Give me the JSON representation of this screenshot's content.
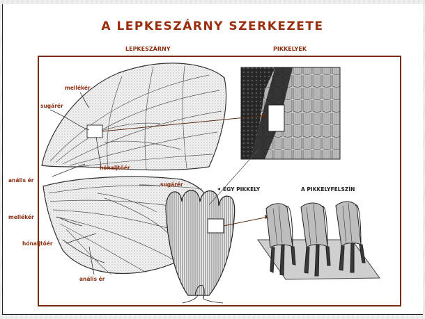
{
  "slide": {
    "title": "A LEPKESZÁRNY SZERKEZETE",
    "subtitles": {
      "wing": "LEPKESZÁRNY",
      "scales": "PIKKELYEK"
    },
    "labels": {
      "mellekér_top": "mellékér",
      "sugarer_top": "sugárér",
      "honaljtoer_top": "hónaljtőér",
      "analis_top": "anális ér",
      "sugarer_bottom": "sugárér",
      "mellekér_bottom": "mellékér",
      "honaljtoer_bottom": "hónaljtőér",
      "analis_bottom": "anális ér",
      "single_scale": "EGY PIKKELY",
      "scale_surface": "A PIKKELYFELSZÍN"
    },
    "colors": {
      "title": "#9a2e0c",
      "label": "#8a2e0e",
      "frame": "#7a2a10"
    }
  }
}
